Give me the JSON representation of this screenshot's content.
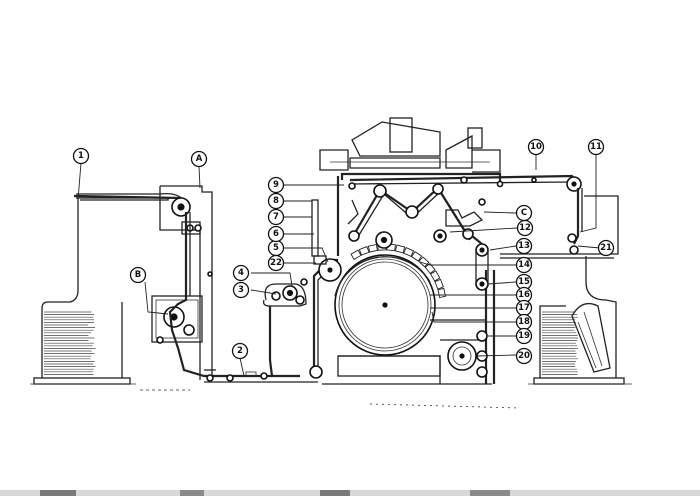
{
  "diagram": {
    "callouts": [
      {
        "id": "c1",
        "label": "1"
      },
      {
        "id": "cA",
        "label": "A"
      },
      {
        "id": "cB",
        "label": "B"
      },
      {
        "id": "c2",
        "label": "2"
      },
      {
        "id": "c3",
        "label": "3"
      },
      {
        "id": "c4",
        "label": "4"
      },
      {
        "id": "c5",
        "label": "5"
      },
      {
        "id": "c6",
        "label": "6"
      },
      {
        "id": "c7",
        "label": "7"
      },
      {
        "id": "c8",
        "label": "8"
      },
      {
        "id": "c9",
        "label": "9"
      },
      {
        "id": "c10",
        "label": "10"
      },
      {
        "id": "c11",
        "label": "11"
      },
      {
        "id": "c12",
        "label": "12"
      },
      {
        "id": "cC",
        "label": "C"
      },
      {
        "id": "c13",
        "label": "13"
      },
      {
        "id": "c14",
        "label": "14"
      },
      {
        "id": "c15",
        "label": "15"
      },
      {
        "id": "c16",
        "label": "16"
      },
      {
        "id": "c17",
        "label": "17"
      },
      {
        "id": "c18",
        "label": "18"
      },
      {
        "id": "c19",
        "label": "19"
      },
      {
        "id": "c20",
        "label": "20"
      },
      {
        "id": "c21",
        "label": "21"
      },
      {
        "id": "c22",
        "label": "22"
      }
    ]
  }
}
